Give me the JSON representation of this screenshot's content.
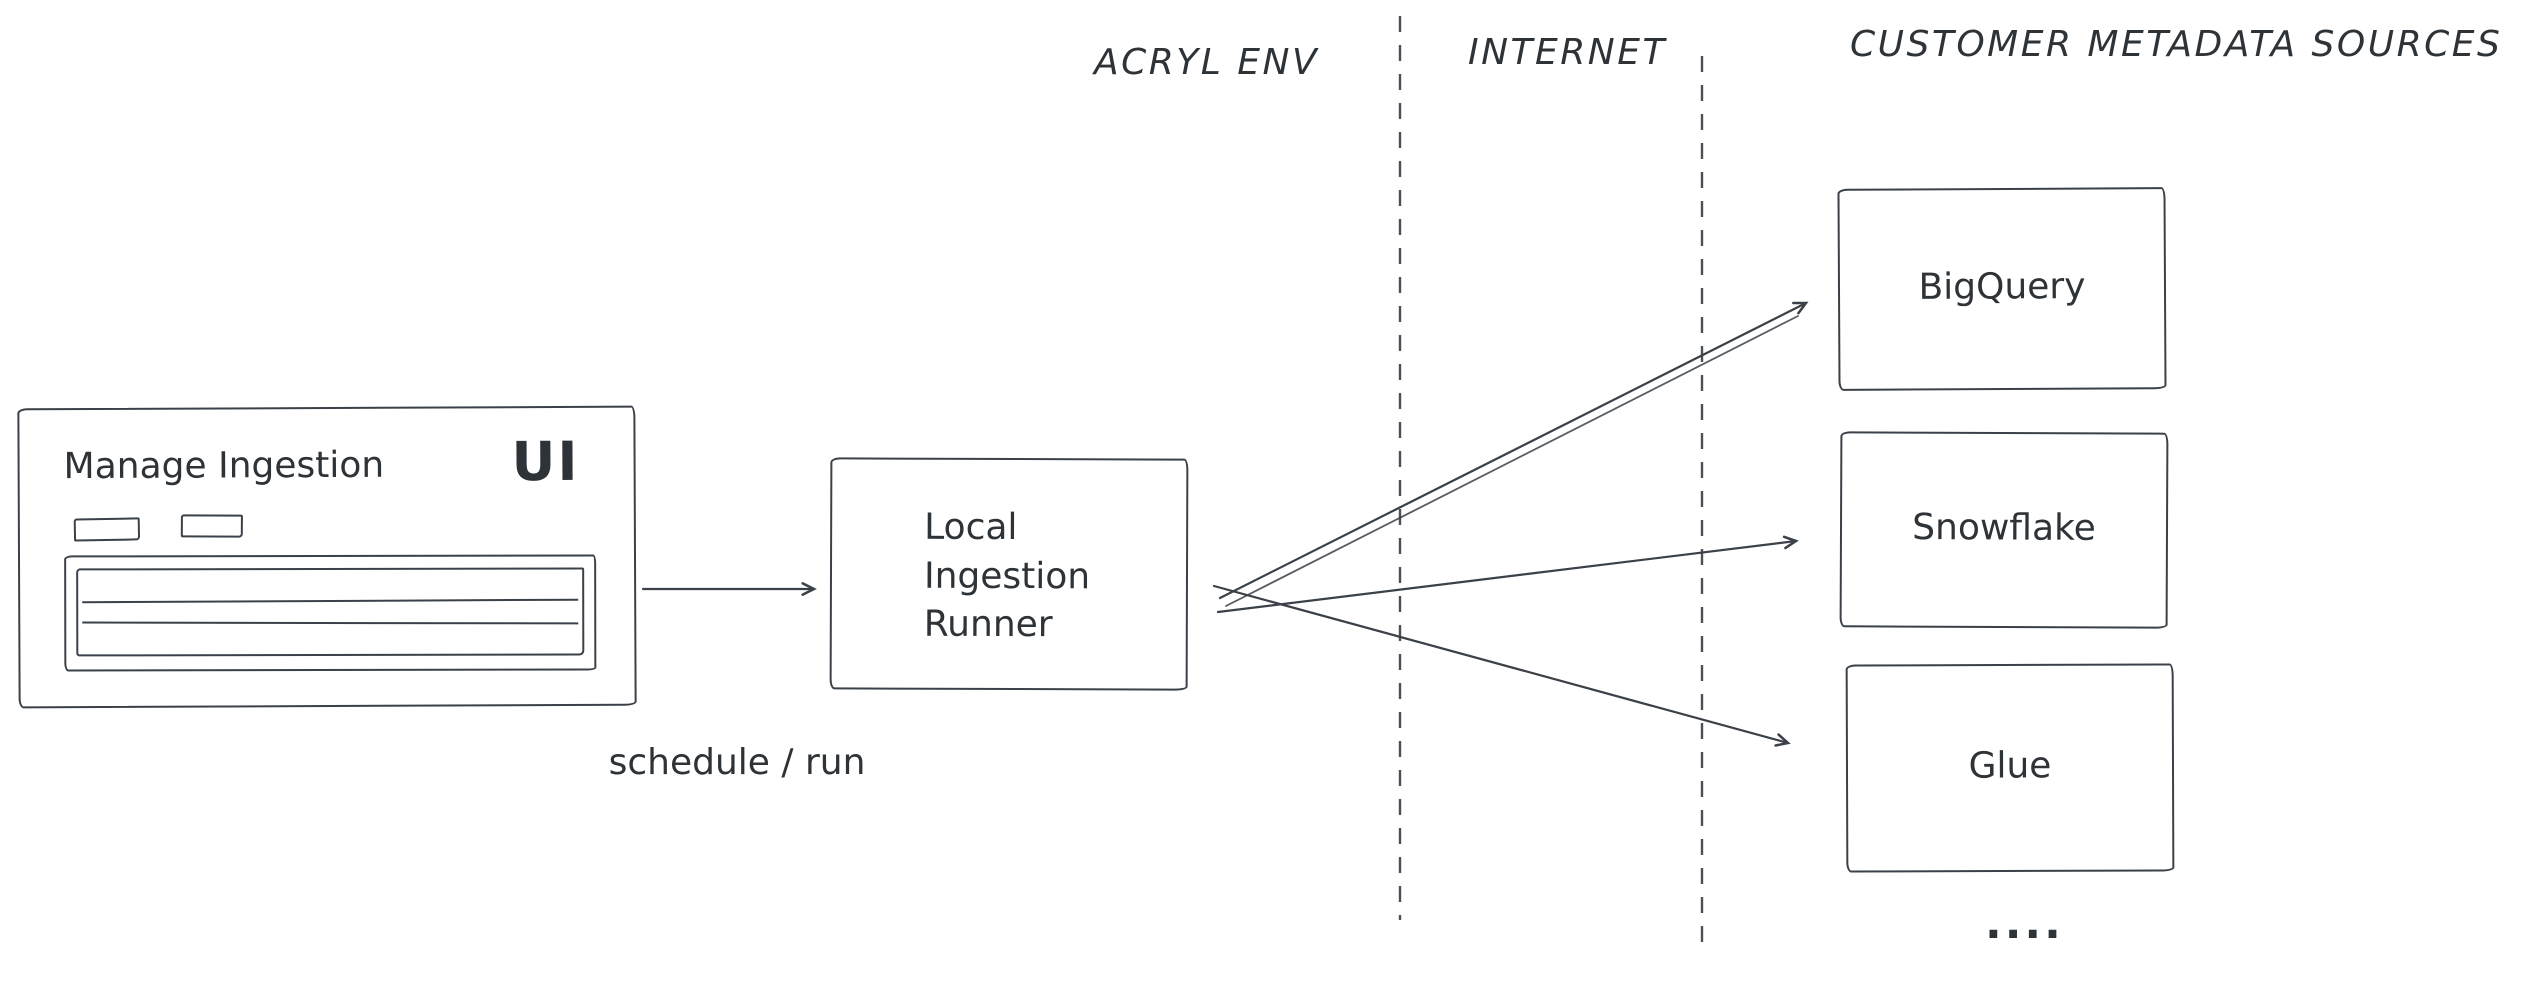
{
  "page": {
    "background": "#ffffff",
    "stroke_color": "#3b4148",
    "text_color": "#2e3338"
  },
  "zone_labels": {
    "acryl_env": "ACRYL ENV",
    "internet": "INTERNET",
    "customer_sources": "CUSTOMER METADATA SOURCES"
  },
  "ui_panel": {
    "title": "Manage Ingestion",
    "badge": "UI"
  },
  "runner": {
    "label": "Local\nIngestion\nRunner"
  },
  "edge_label": "schedule / run",
  "sources": [
    {
      "label": "BigQuery"
    },
    {
      "label": "Snowflake"
    },
    {
      "label": "Glue"
    }
  ],
  "more_indicator": "...."
}
